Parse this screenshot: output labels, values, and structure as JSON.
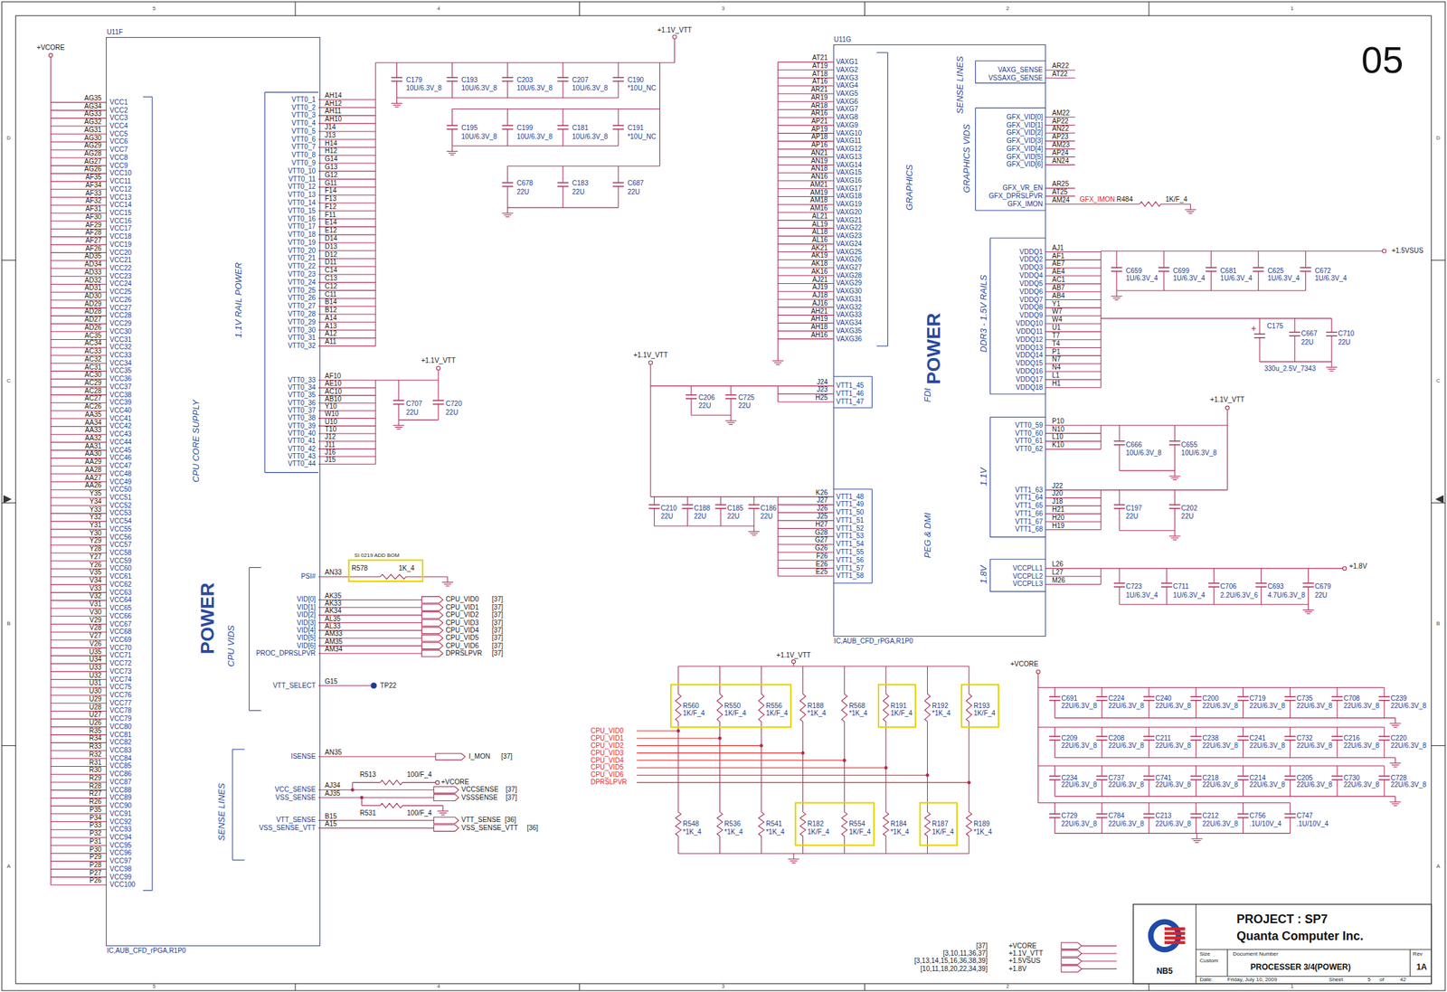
{
  "diagram": {
    "nodes": [
      {
        "text": [
          "U11F",
          "IC,AUB_CFD_rPGA,R1P0"
        ]
      },
      {
        "text": [
          "U11G",
          "IC,AUB_CFD_rPGA,R1P0"
        ]
      }
    ],
    "labels": [
      "5",
      "4",
      "3",
      "2",
      "1",
      "5",
      "4",
      "3",
      "2",
      "1",
      "D",
      "C",
      "B",
      "A",
      "D",
      "C",
      "B",
      "A",
      "05",
      "+VCORE",
      "AG35",
      "AG34",
      "AG33",
      "AG32",
      "AG31",
      "AG30",
      "AG29",
      "AG28",
      "AG27",
      "AG26",
      "AF35",
      "AF34",
      "AF33",
      "AF32",
      "AF31",
      "AF30",
      "AF29",
      "AF28",
      "AF27",
      "AF26",
      "AD35",
      "AD34",
      "AD33",
      "AD32",
      "AD31",
      "AD30",
      "AD29",
      "AD28",
      "AD27",
      "AD26",
      "AC35",
      "AC34",
      "AC33",
      "AC32",
      "AC31",
      "AC30",
      "AC29",
      "AC28",
      "AC27",
      "AC26",
      "AA35",
      "AA34",
      "AA33",
      "AA32",
      "AA31",
      "AA30",
      "AA29",
      "AA28",
      "AA27",
      "AA26",
      "Y35",
      "Y34",
      "Y33",
      "Y32",
      "Y31",
      "Y30",
      "Y29",
      "Y28",
      "Y27",
      "Y26",
      "V35",
      "V34",
      "V33",
      "V32",
      "V31",
      "V30",
      "V29",
      "V28",
      "V27",
      "V26",
      "U35",
      "U34",
      "U33",
      "U32",
      "U31",
      "U30",
      "U29",
      "U28",
      "U27",
      "U26",
      "R35",
      "R34",
      "R33",
      "R32",
      "R31",
      "R30",
      "R29",
      "R28",
      "R27",
      "R26",
      "P35",
      "P34",
      "P33",
      "P32",
      "P31",
      "P30",
      "P29",
      "P28",
      "P27",
      "P26",
      "VCC1",
      "VCC2",
      "VCC3",
      "VCC4",
      "VCC5",
      "VCC6",
      "VCC7",
      "VCC8",
      "VCC9",
      "VCC10",
      "VCC11",
      "VCC12",
      "VCC13",
      "VCC14",
      "VCC15",
      "VCC16",
      "VCC17",
      "VCC18",
      "VCC19",
      "VCC20",
      "VCC21",
      "VCC22",
      "VCC23",
      "VCC24",
      "VCC25",
      "VCC26",
      "VCC27",
      "VCC28",
      "VCC29",
      "VCC30",
      "VCC31",
      "VCC32",
      "VCC33",
      "VCC34",
      "VCC35",
      "VCC36",
      "VCC37",
      "VCC38",
      "VCC39",
      "VCC40",
      "VCC41",
      "VCC42",
      "VCC43",
      "VCC44",
      "VCC45",
      "VCC46",
      "VCC47",
      "VCC48",
      "VCC49",
      "VCC50",
      "VCC51",
      "VCC52",
      "VCC53",
      "VCC54",
      "VCC55",
      "VCC56",
      "VCC57",
      "VCC58",
      "VCC59",
      "VCC60",
      "VCC61",
      "VCC62",
      "VCC63",
      "VCC64",
      "VCC65",
      "VCC66",
      "VCC67",
      "VCC68",
      "VCC69",
      "VCC70",
      "VCC71",
      "VCC72",
      "VCC73",
      "VCC74",
      "VCC75",
      "VCC76",
      "VCC77",
      "VCC78",
      "VCC79",
      "VCC80",
      "VCC81",
      "VCC82",
      "VCC83",
      "VCC84",
      "VCC85",
      "VCC86",
      "VCC87",
      "VCC88",
      "VCC89",
      "VCC90",
      "VCC91",
      "VCC92",
      "VCC93",
      "VCC94",
      "VCC95",
      "VCC96",
      "VCC97",
      "VCC98",
      "VCC99",
      "VCC100",
      "VTT0_1",
      "VTT0_2",
      "VTT0_3",
      "VTT0_4",
      "VTT0_5",
      "VTT0_6",
      "VTT0_7",
      "VTT0_8",
      "VTT0_9",
      "VTT0_10",
      "VTT0_11",
      "VTT0_12",
      "VTT0_13",
      "VTT0_14",
      "VTT0_15",
      "VTT0_16",
      "VTT0_17",
      "VTT0_18",
      "VTT0_19",
      "VTT0_20",
      "VTT0_21",
      "VTT0_22",
      "VTT0_23",
      "VTT0_24",
      "VTT0_25",
      "VTT0_26",
      "VTT0_27",
      "VTT0_28",
      "VTT0_29",
      "VTT0_30",
      "VTT0_31",
      "VTT0_32",
      "AH14",
      "AH12",
      "AH11",
      "AH10",
      "J14",
      "J13",
      "H14",
      "H12",
      "G14",
      "G13",
      "G12",
      "G11",
      "F14",
      "F13",
      "F12",
      "F11",
      "E14",
      "E12",
      "D14",
      "D13",
      "D12",
      "D11",
      "C14",
      "C13",
      "C12",
      "C11",
      "B14",
      "B12",
      "A14",
      "A13",
      "A12",
      "A11",
      "VTT0_33",
      "VTT0_34",
      "VTT0_35",
      "VTT0_36",
      "VTT0_37",
      "VTT0_38",
      "VTT0_39",
      "VTT0_40",
      "VTT0_41",
      "VTT0_42",
      "VTT0_43",
      "VTT0_44",
      "AF10",
      "AE10",
      "AC10",
      "AB10",
      "Y10",
      "W10",
      "U10",
      "T10",
      "J12",
      "J11",
      "J16",
      "J15",
      "+1.1V_VTT",
      "C179",
      "C193",
      "C203",
      "C207",
      "C190",
      "10U/6.3V_8",
      "10U/6.3V_8",
      "10U/6.3V_8",
      "10U/6.3V_8",
      "*10U_NC",
      "C195",
      "C199",
      "C181",
      "C191",
      "10U/6.3V_8",
      "10U/6.3V_8",
      "10U/6.3V_8",
      "*10U_NC",
      "C678",
      "C183",
      "C687",
      "22U",
      "22U",
      "22U",
      "+1.1V_VTT",
      "C707",
      "C720",
      "22U",
      "22U",
      "1.1V RAIL POWER",
      "CPU CORE SUPPLY",
      "POWER",
      "CPU VIDS",
      "SENSE LINES",
      "SI 0219 ADD BOM",
      "PSI#",
      "AN33",
      "R578",
      "1K_4",
      "VID[0]",
      "VID[1]",
      "VID[2]",
      "VID[3]",
      "VID[4]",
      "VID[5]",
      "VID[6]",
      "PROC_DPRSLPVR",
      "AK35",
      "AK33",
      "AK34",
      "AL35",
      "AL33",
      "AM33",
      "AM35",
      "AM34",
      "CPU_VID0",
      "CPU_VID1",
      "CPU_VID2",
      "CPU_VID3",
      "CPU_VID4",
      "CPU_VID5",
      "CPU_VID6",
      "DPRSLPVR",
      "[37]",
      "[37]",
      "[37]",
      "[37]",
      "[37]",
      "[37]",
      "[37]",
      "[37]",
      "VTT_SELECT",
      "G15",
      "TP22",
      "ISENSE",
      "AN35",
      "I_MON",
      "[37]",
      "VCC_SENSE",
      "VSS_SENSE",
      "AJ34",
      "AJ35",
      "R513",
      "100/F_4",
      "+VCORE",
      "R531",
      "100/F_4",
      "VCCSENSE",
      "VSSSENSE",
      "[37]",
      "[37]",
      "VTT_SENSE",
      "VSS_SENSE_VTT",
      "B15",
      "A15",
      "VTT_SENSE",
      "VSS_SENSE_VTT",
      "[36]",
      "[36]",
      "AT21",
      "AT19",
      "AT18",
      "AT16",
      "AR21",
      "AR19",
      "AR18",
      "AR16",
      "AP21",
      "AP19",
      "AP18",
      "AP16",
      "AN21",
      "AN19",
      "AN18",
      "AN16",
      "AM21",
      "AM19",
      "AM18",
      "AM16",
      "AL21",
      "AL19",
      "AL18",
      "AL16",
      "AK21",
      "AK19",
      "AK18",
      "AK16",
      "AJ21",
      "AJ19",
      "AJ18",
      "AJ16",
      "AH21",
      "AH19",
      "AH18",
      "AH16",
      "VAXG1",
      "VAXG2",
      "VAXG3",
      "VAXG4",
      "VAXG5",
      "VAXG6",
      "VAXG7",
      "VAXG8",
      "VAXG9",
      "VAXG10",
      "VAXG11",
      "VAXG12",
      "VAXG13",
      "VAXG14",
      "VAXG15",
      "VAXG16",
      "VAXG17",
      "VAXG18",
      "VAXG19",
      "VAXG20",
      "VAXG21",
      "VAXG22",
      "VAXG23",
      "VAXG24",
      "VAXG25",
      "VAXG26",
      "VAXG27",
      "VAXG28",
      "VAXG29",
      "VAXG30",
      "VAXG31",
      "VAXG32",
      "VAXG33",
      "VAXG34",
      "VAXG35",
      "VAXG36",
      "GRAPHICS",
      "SENSE LINES",
      "VAXG_SENSE",
      "VSSAXG_SENSE",
      "AR22",
      "AT22",
      "GRAPHICS VIDS",
      "GFX_VID[0]",
      "GFX_VID[1]",
      "GFX_VID[2]",
      "GFX_VID[3]",
      "GFX_VID[4]",
      "GFX_VID[5]",
      "GFX_VID[6]",
      "AM22",
      "AP22",
      "AN22",
      "AP23",
      "AM23",
      "AP24",
      "AN24",
      "GFX_VR_EN",
      "GFX_DPRSLPVR",
      "GFX_IMON",
      "AR25",
      "AT25",
      "AM24",
      "GFX_IMON",
      "R484",
      "1K/F_4",
      "POWER",
      "DDR3 - 1.5V RAILS",
      "VDDQ1",
      "VDDQ2",
      "VDDQ3",
      "VDDQ4",
      "VDDQ5",
      "VDDQ6",
      "VDDQ7",
      "VDDQ8",
      "VDDQ9",
      "VDDQ10",
      "VDDQ11",
      "VDDQ12",
      "VDDQ13",
      "VDDQ14",
      "VDDQ15",
      "VDDQ16",
      "VDDQ17",
      "VDDQ18",
      "AJ1",
      "AF1",
      "AE7",
      "AE4",
      "AC1",
      "AB7",
      "AB4",
      "Y1",
      "W7",
      "W4",
      "U1",
      "T7",
      "T4",
      "P1",
      "N7",
      "N4",
      "L1",
      "H1",
      "+1.5VSUS",
      "C659",
      "C699",
      "C681",
      "C625",
      "C672",
      "1U/6.3V_4",
      "1U/6.3V_4",
      "1U/6.3V_4",
      "1U/6.3V_4",
      "1U/6.3V_4",
      "C175",
      "330u_2.5V_7343",
      "C667",
      "C710",
      "22U",
      "22U",
      "FDI",
      "J24",
      "J23",
      "H25",
      "VTT1_45",
      "VTT1_46",
      "VTT1_47",
      "+1.1V_VTT",
      "C206",
      "C725",
      "22U",
      "22U",
      "PEG & DMI",
      "K26",
      "J27",
      "J26",
      "J25",
      "H27",
      "G28",
      "G27",
      "G26",
      "F26",
      "E26",
      "E25",
      "VTT1_48",
      "VTT1_49",
      "VTT1_50",
      "VTT1_51",
      "VTT1_52",
      "VTT1_53",
      "VTT1_54",
      "VTT1_55",
      "VTT1_56",
      "VTT1_57",
      "VTT1_58",
      "C210",
      "C188",
      "C185",
      "C186",
      "22U",
      "22U",
      "22U",
      "22U",
      "1.1V",
      "VTT0_59",
      "VTT0_60",
      "VTT0_61",
      "VTT0_62",
      "P10",
      "N10",
      "L10",
      "K10",
      "+1.1V_VTT",
      "C666",
      "C655",
      "10U/6.3V_8",
      "10U/6.3V_8",
      "VTT1_63",
      "VTT1_64",
      "VTT1_65",
      "VTT1_66",
      "VTT1_67",
      "VTT1_68",
      "J22",
      "J20",
      "J18",
      "H21",
      "H20",
      "H19",
      "C197",
      "C202",
      "22U",
      "22U",
      "1.8V",
      "VCCPLL1",
      "VCCPLL2",
      "VCCPLL3",
      "L26",
      "L27",
      "M26",
      "+1.8V",
      "C723",
      "C711",
      "C706",
      "C693",
      "C679",
      "1U/6.3V_4",
      "1U/6.3V_4",
      "2.2U/6.3V_6",
      "4.7U/6.3V_8",
      "22U",
      "+1.1V_VTT",
      "R560",
      "R550",
      "R556",
      "R188",
      "R568",
      "R191",
      "R192",
      "R193",
      "1K/F_4",
      "1K/F_4",
      "1K/F_4",
      "*1K_4",
      "*1K_4",
      "1K/F_4",
      "*1K_4",
      "1K/F_4",
      "R548",
      "R536",
      "R541",
      "R182",
      "R554",
      "R184",
      "R187",
      "R189",
      "*1K_4",
      "*1K_4",
      "*1K_4",
      "1K/F_4",
      "1K/F_4",
      "*1K_4",
      "1K/F_4",
      "*1K_4",
      "CPU_VID0",
      "CPU_VID1",
      "CPU_VID2",
      "CPU_VID3",
      "CPU_VID4",
      "CPU_VID5",
      "CPU_VID6",
      "DPRSLPVR",
      "+VCORE",
      "C691",
      "C224",
      "C240",
      "C200",
      "C719",
      "C735",
      "C708",
      "C239",
      "22U/6.3V_8",
      "22U/6.3V_8",
      "22U/6.3V_8",
      "22U/6.3V_8",
      "22U/6.3V_8",
      "22U/6.3V_8",
      "22U/6.3V_8",
      "22U/6.3V_8",
      "C209",
      "C208",
      "C211",
      "C238",
      "C241",
      "C732",
      "C216",
      "C220",
      "22U/6.3V_8",
      "22U/6.3V_8",
      "22U/6.3V_8",
      "22U/6.3V_8",
      "22U/6.3V_8",
      "22U/6.3V_8",
      "22U/6.3V_8",
      "22U/6.3V_8",
      "C234",
      "C737",
      "C741",
      "C218",
      "C214",
      "C205",
      "C730",
      "C728",
      "22U/6.3V_8",
      "22U/6.3V_8",
      "22U/6.3V_8",
      "22U/6.3V_8",
      "22U/6.3V_8",
      "22U/6.3V_8",
      "22U/6.3V_8",
      "22U/6.3V_8",
      "C729",
      "C784",
      "C213",
      "C212",
      "C756",
      "C747",
      "22U/6.3V_8",
      "22U/6.3V_8",
      "22U/6.3V_8",
      "22U/6.3V_8",
      ".1U/10V_4",
      ".1U/10V_4",
      "PROJECT : SP7",
      "Quanta Computer Inc.",
      "NB5",
      "Size",
      "Custom",
      "Document Number",
      "PROCESSER 3/4(POWER)",
      "Rev",
      "1A",
      "Date:",
      "Friday, July 10, 2009",
      "Sheet",
      "5",
      "of",
      "42",
      "[37]",
      "[3,10,11,36,37]",
      "[3,13,14,15,16,36,38,39]",
      "[10,11,18,20,22,34,39]",
      "+VCORE",
      "+1.1V_VTT",
      "+1.5VSUS",
      "+1.8V"
    ]
  }
}
